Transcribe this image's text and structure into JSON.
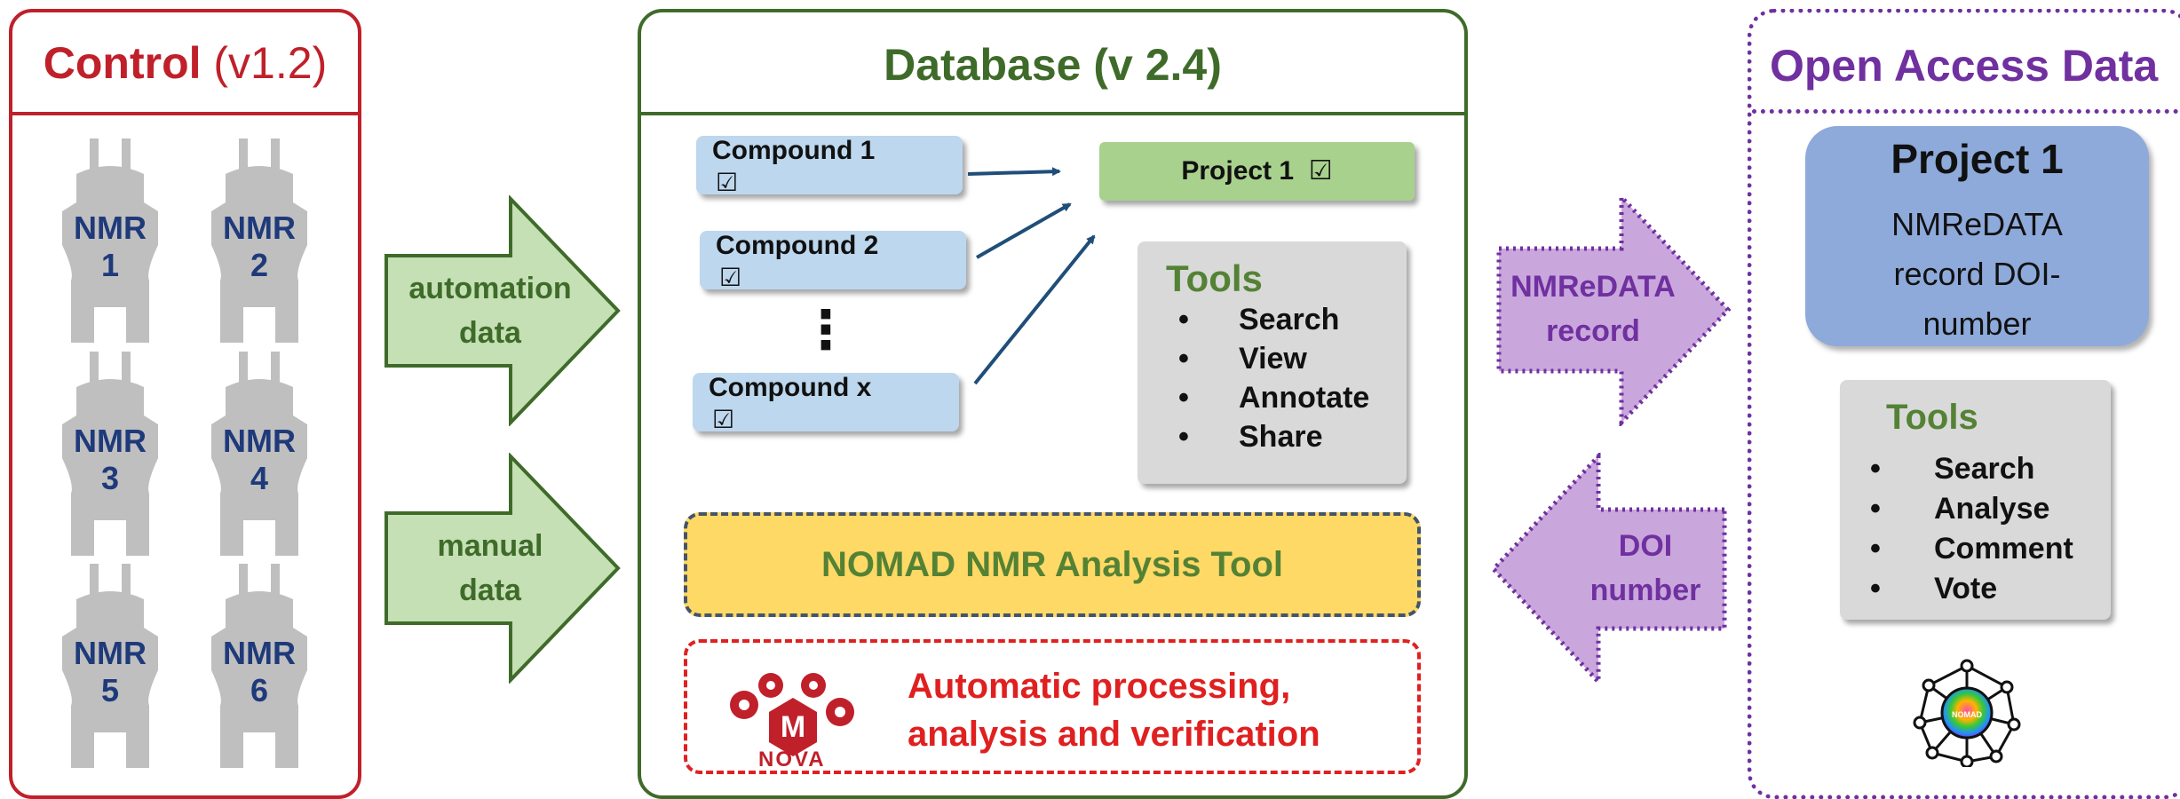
{
  "control": {
    "title": "Control",
    "version": "(v1.2)",
    "magnets": [
      {
        "line1": "NMR",
        "line2": "1"
      },
      {
        "line1": "NMR",
        "line2": "2"
      },
      {
        "line1": "NMR",
        "line2": "3"
      },
      {
        "line1": "NMR",
        "line2": "4"
      },
      {
        "line1": "NMR",
        "line2": "5"
      },
      {
        "line1": "NMR",
        "line2": "6"
      }
    ]
  },
  "arrows": {
    "automation": {
      "line1": "automation",
      "line2": "data"
    },
    "manual": {
      "line1": "manual",
      "line2": "data"
    },
    "nmredata": {
      "line1": "NMReDATA",
      "line2": "record"
    },
    "doi": {
      "line1": "DOI",
      "line2": "number"
    }
  },
  "database": {
    "title": "Database (v 2.4)",
    "compounds": [
      {
        "label": "Compound 1",
        "check": "☑"
      },
      {
        "label": "Compound 2",
        "check": "☑"
      },
      {
        "label": "Compound x",
        "check": "☑"
      }
    ],
    "ellipsis": "⋮",
    "project": {
      "label": "Project 1",
      "check": "☑"
    },
    "tools": {
      "title": "Tools",
      "items": [
        "Search",
        "View",
        "Annotate",
        "Share"
      ]
    },
    "nomad_tool": "NOMAD NMR Analysis Tool",
    "nova": {
      "line1": "Automatic processing,",
      "line2": "analysis and verification",
      "logo_text": "NOVA",
      "logo_letter": "M"
    }
  },
  "open_access": {
    "title": "Open Access Data",
    "project": {
      "title": "Project 1",
      "line1": "NMReDATA",
      "line2": "record DOI-",
      "line3": "number"
    },
    "tools": {
      "title": "Tools",
      "items": [
        "Search",
        "Analyse",
        "Comment",
        "Vote"
      ]
    },
    "logo_text": "NOMAD"
  },
  "colors": {
    "control": "#c0202a",
    "database": "#3f6b2a",
    "open_access": "#7030a0",
    "arrow_green": "#c5e0b4",
    "arrow_purple": "#c9a7dc",
    "compound_fill": "#bdd7ee",
    "project_fill": "#a9d18e",
    "nomad_tool_fill": "#ffd966",
    "nova_red": "#e02020"
  }
}
